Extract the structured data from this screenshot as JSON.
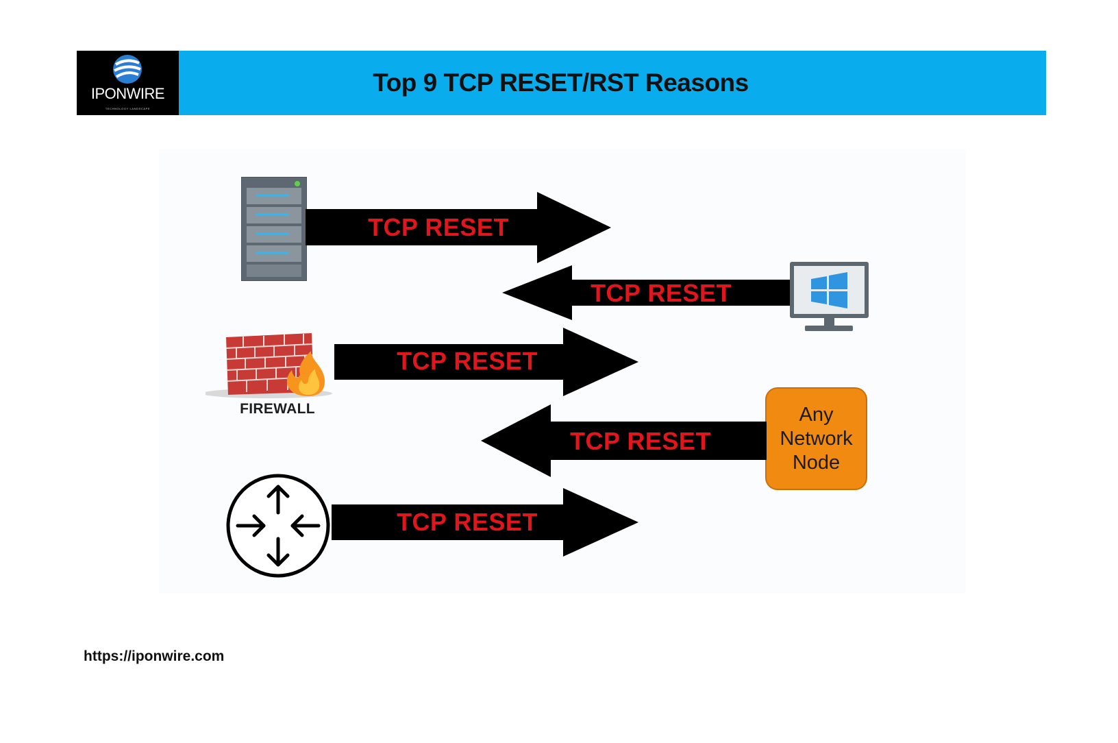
{
  "header": {
    "logo_name": "IPONWIRE",
    "logo_tagline": "TECHNOLOGY LANDSCAPE",
    "title": "Top 9 TCP RESET/RST Reasons",
    "banner_color": "#09adee"
  },
  "diagram": {
    "arrow_color": "#000000",
    "label_color": "#e0161c",
    "arrows": [
      {
        "label": "TCP RESET",
        "direction": "right",
        "source": "server-icon"
      },
      {
        "label": "TCP RESET",
        "direction": "left",
        "source": "windows-monitor-icon"
      },
      {
        "label": "TCP RESET",
        "direction": "right",
        "source": "firewall-icon"
      },
      {
        "label": "TCP RESET",
        "direction": "left",
        "source": "network-node-box"
      },
      {
        "label": "TCP RESET",
        "direction": "right",
        "source": "router-icon"
      }
    ],
    "firewall_label": "FIREWALL",
    "node_label": "Any Network Node",
    "node_color": "#f18a10"
  },
  "footer": {
    "url": "https://iponwire.com"
  }
}
